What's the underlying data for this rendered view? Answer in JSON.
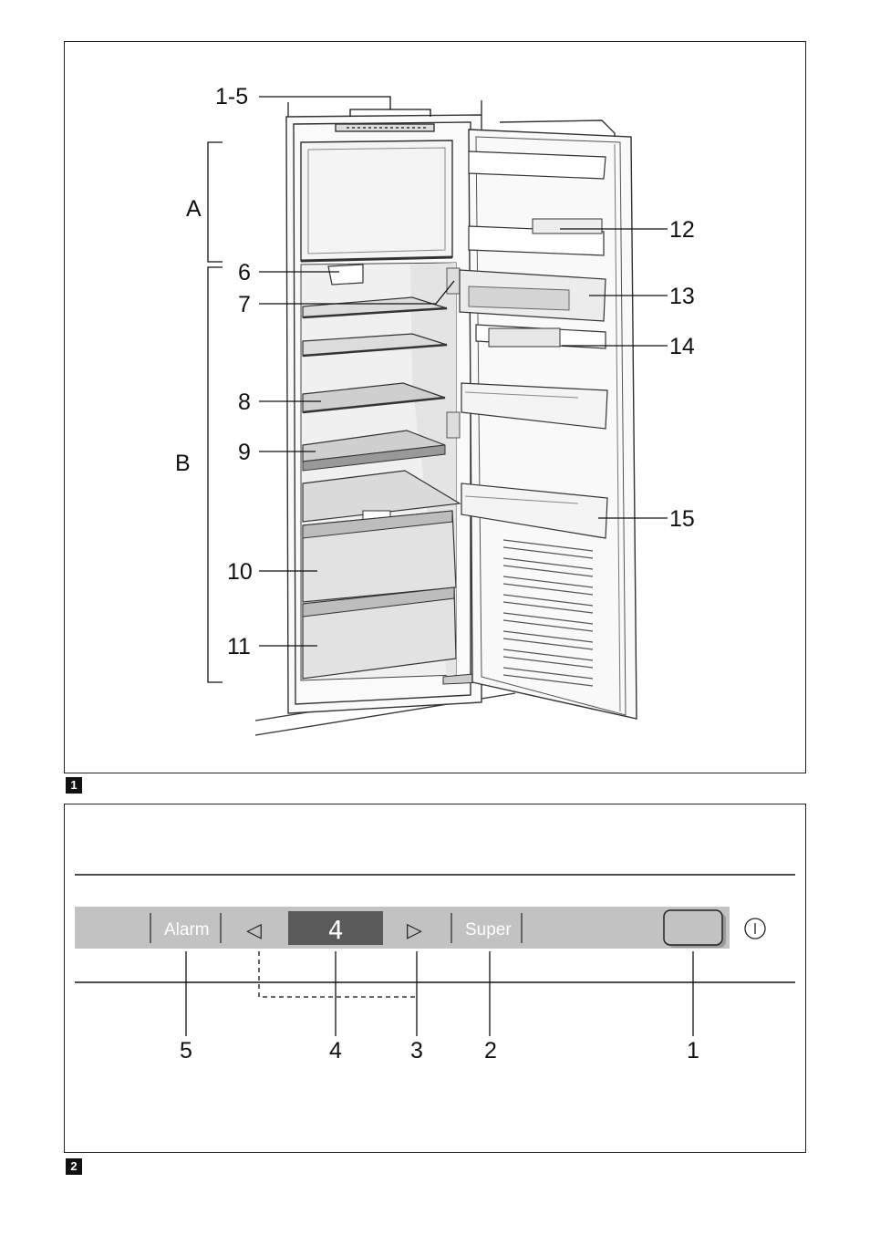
{
  "figure1": {
    "number": "1",
    "labels": {
      "top": "1-5",
      "zoneA": "A",
      "zoneB": "B",
      "l6": "6",
      "l7": "7",
      "l8": "8",
      "l9": "9",
      "l10": "10",
      "l11": "11",
      "l12": "12",
      "l13": "13",
      "l14": "14",
      "l15": "15"
    }
  },
  "figure2": {
    "number": "2",
    "panel": {
      "alarm_label": "Alarm",
      "display_value": "4",
      "super_label": "Super",
      "left_arrow": "◁",
      "right_arrow": "▷"
    },
    "callouts": [
      "5",
      "4",
      "3",
      "2",
      "1"
    ]
  },
  "colors": {
    "panel": "#c2c2c2",
    "display": "#5a5a5a",
    "line": "#111111"
  }
}
